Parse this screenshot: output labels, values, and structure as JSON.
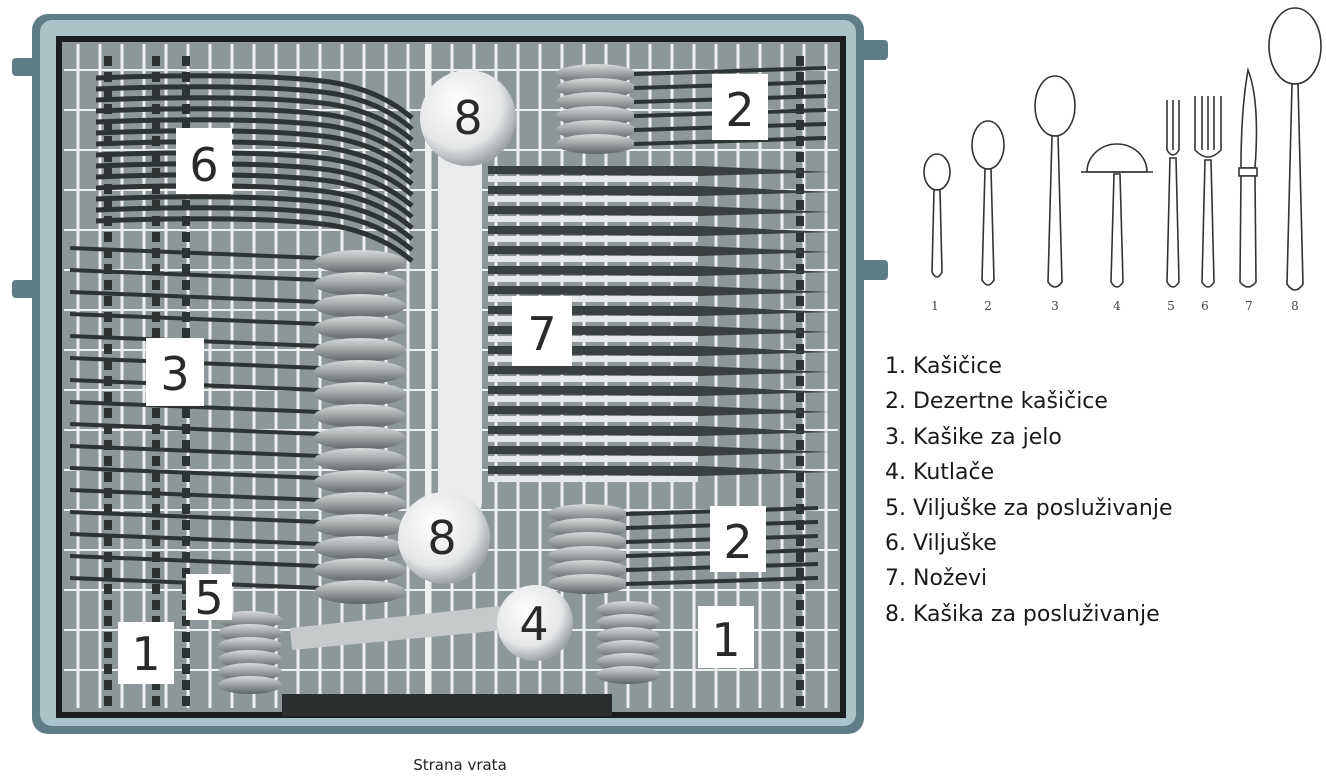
{
  "rack": {
    "zones": [
      {
        "id": "6",
        "label": "6"
      },
      {
        "id": "8a",
        "label": "8"
      },
      {
        "id": "2a",
        "label": "2"
      },
      {
        "id": "3",
        "label": "3"
      },
      {
        "id": "7",
        "label": "7"
      },
      {
        "id": "8b",
        "label": "8"
      },
      {
        "id": "2b",
        "label": "2"
      },
      {
        "id": "5",
        "label": "5"
      },
      {
        "id": "4",
        "label": "4"
      },
      {
        "id": "1a",
        "label": "1"
      },
      {
        "id": "1b",
        "label": "1"
      }
    ],
    "caption": "Strana vrata"
  },
  "figure_numbers": [
    "1",
    "2",
    "3",
    "4",
    "5",
    "6",
    "7",
    "8"
  ],
  "legend": [
    "1. Kašičice",
    "2. Dezertne kašičice",
    "3. Kašike za jelo",
    "4. Kutlače",
    "5. Viljuške za posluživanje",
    "6. Viljuške",
    "7. Noževi",
    "8. Kašika za posluživanje"
  ],
  "colors": {
    "frame": "#5f7d85",
    "frame_light": "#a9c3c9",
    "rack_bg": "#8d9698",
    "tine": "#3a3f40",
    "utensil": "#d2d5d6"
  }
}
